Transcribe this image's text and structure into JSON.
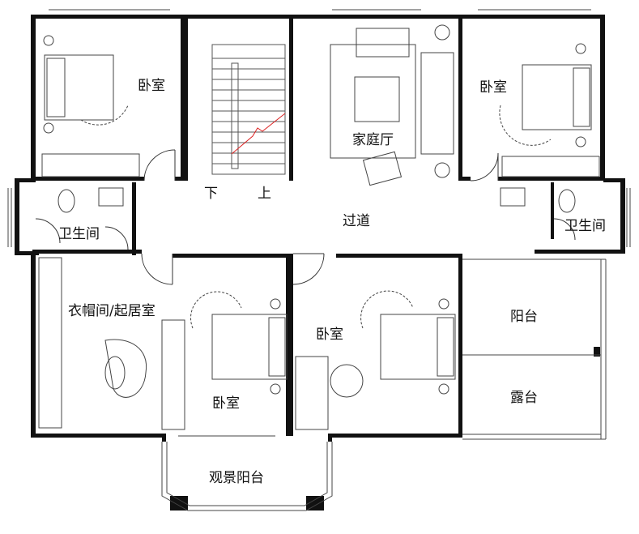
{
  "rooms": {
    "bedroom_nw": "卧室",
    "family_hall": "家庭厅",
    "bedroom_ne": "卧室",
    "stair_down": "下",
    "stair_up": "上",
    "corridor": "过道",
    "bath_w": "卫生间",
    "bath_e": "卫生间",
    "closet_living": "衣帽间/起居室",
    "bedroom_sw": "卧室",
    "bedroom_s": "卧室",
    "balcony": "阳台",
    "terrace": "露台",
    "view_balcony": "观景阳台"
  }
}
